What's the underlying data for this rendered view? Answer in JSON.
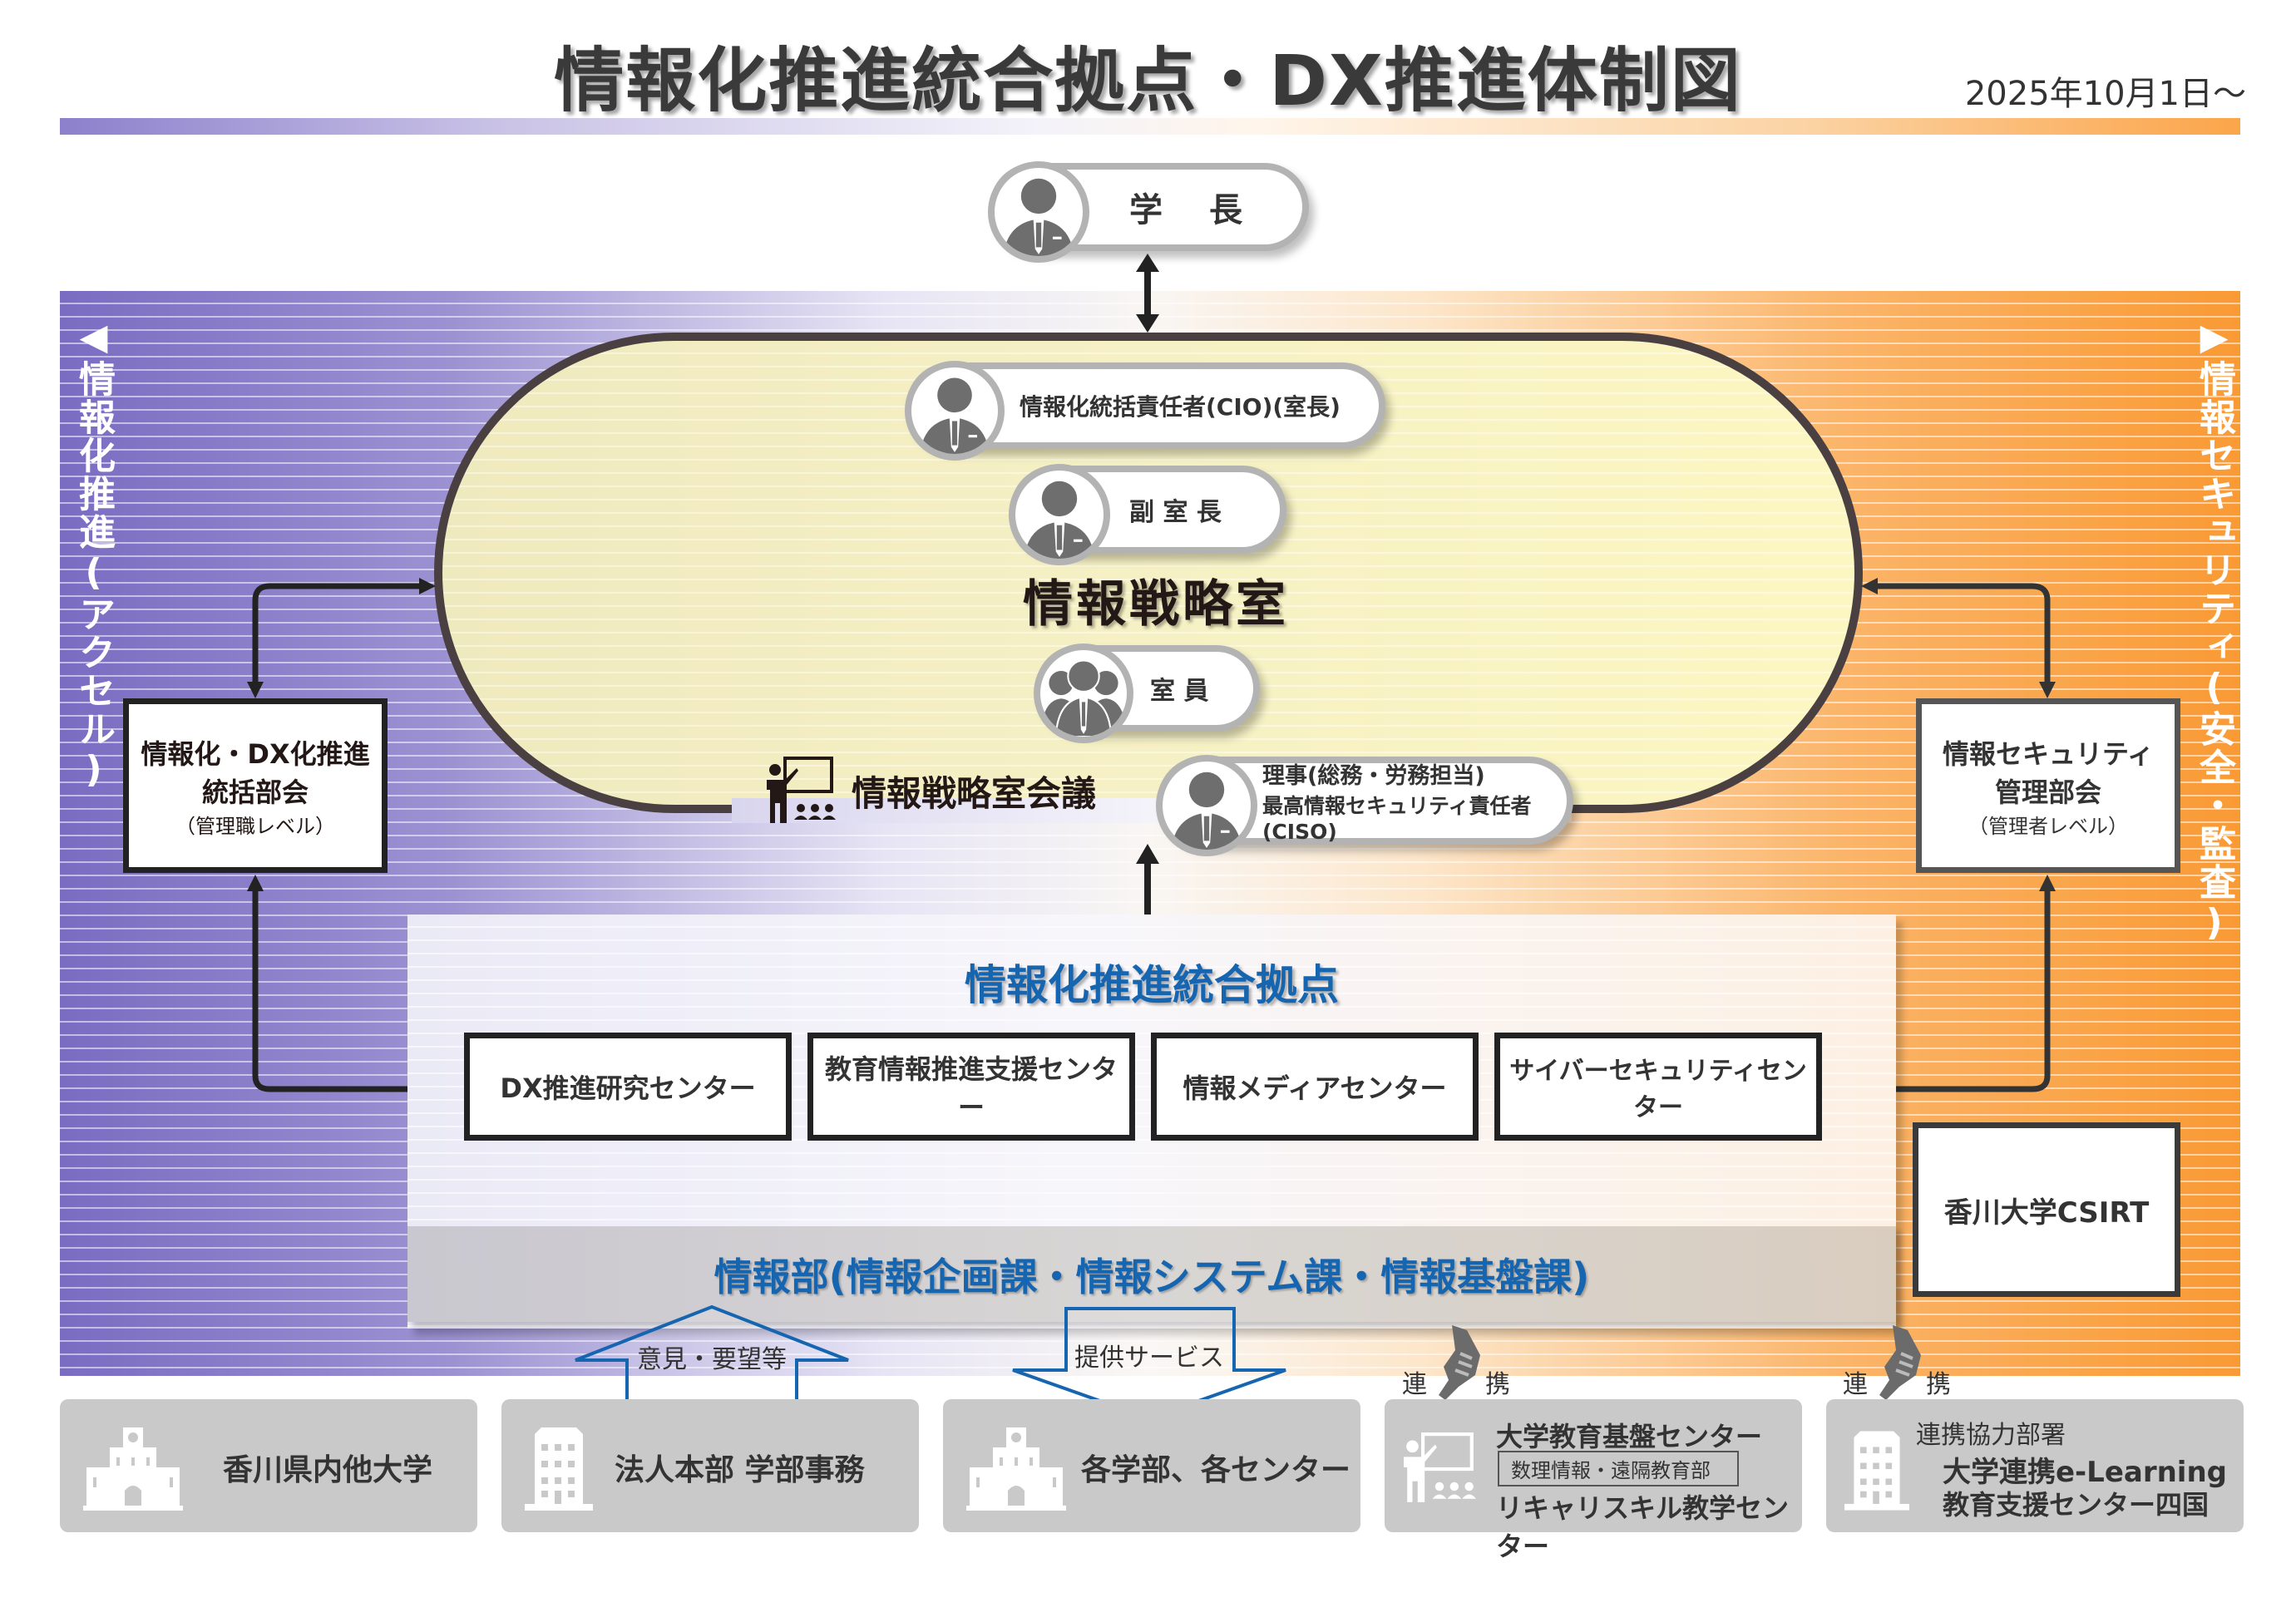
{
  "header": {
    "title": "情報化推進統合拠点・DX推進体制図",
    "date": "2025年10月1日～"
  },
  "sides": {
    "left": "◀情報化推進(アクセル)",
    "right": "▶情報セキュリティ(安全・監査)"
  },
  "president": {
    "label": "学　長"
  },
  "strategy_office": {
    "name": "情報戦略室",
    "meeting": "情報戦略室会議",
    "members": [
      {
        "label": "情報化統括責任者(CIO)(室長)",
        "icon": "person-icon"
      },
      {
        "label": "副 室 長",
        "icon": "person-icon"
      },
      {
        "label": "室 員",
        "icon": "group-icon"
      }
    ],
    "director": {
      "line1": "理事(総務・労務担当)",
      "line2": "最高情報セキュリティ責任者(CISO)",
      "icon": "person-icon"
    }
  },
  "committees": {
    "left": {
      "title1": "情報化・DX化推進",
      "title2": "統括部会",
      "sub": "（管理職レベル）"
    },
    "right": {
      "title1": "情報セキュリティ",
      "title2": "管理部会",
      "sub": "（管理者レベル）"
    }
  },
  "hub": {
    "title": "情報化推進統合拠点",
    "centers": [
      "DX推進研究センター",
      "教育情報推進支援センター",
      "情報メディアセンター",
      "サイバーセキュリティセンター"
    ],
    "department": "情報部(情報企画課・情報システム課・情報基盤課)"
  },
  "csirt": {
    "label": "香川大学CSIRT"
  },
  "flows": {
    "up": "意見・要望等",
    "down": "提供サービス",
    "cooperation": [
      "連",
      "携"
    ]
  },
  "bottom_cards": [
    {
      "label": "香川県内他大学",
      "icon": "university-icon"
    },
    {
      "label": "法人本部 学部事務",
      "icon": "building-icon"
    },
    {
      "label": "各学部、各センター",
      "icon": "university-icon"
    },
    {
      "line1": "大学教育基盤センター",
      "boxed": "数理情報・遠隔教育部",
      "line2": "リキャリスキル教学センター",
      "icon": "teacher-icon"
    },
    {
      "header": "連携協力部署",
      "line1": "大学連携e-Learning",
      "line2": "教育支援センター四国",
      "icon": "building-icon"
    }
  ],
  "colors": {
    "left_accent": "#7a6cc2",
    "right_accent": "#f99a34",
    "hub_title": "#1565b0",
    "text": "#333333"
  }
}
